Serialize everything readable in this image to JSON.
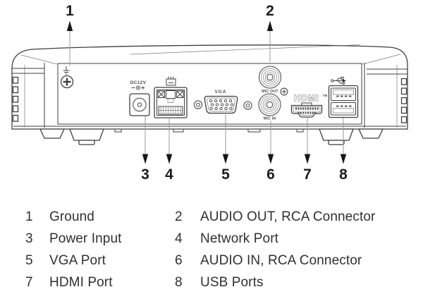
{
  "figure": {
    "description_colors": {
      "ink": "#3f3f3f",
      "leader_line": "#9a9a9a",
      "text": "#303030"
    }
  },
  "callouts": {
    "c1": "1",
    "c2": "2",
    "c3": "3",
    "c4": "4",
    "c5": "5",
    "c6": "6",
    "c7": "7",
    "c8": "8"
  },
  "panel_labels": {
    "power": "DC12V",
    "vga": "VGA",
    "audio_out": "MIC OUT",
    "audio_in": "MIC IN",
    "hdmi": "HDMI",
    "hdmi_tm": "TM"
  },
  "legend": {
    "items": [
      {
        "num": "1",
        "label": "Ground"
      },
      {
        "num": "2",
        "label": "AUDIO OUT, RCA Connector"
      },
      {
        "num": "3",
        "label": "Power Input"
      },
      {
        "num": "4",
        "label": "Network Port"
      },
      {
        "num": "5",
        "label": "VGA Port"
      },
      {
        "num": "6",
        "label": "AUDIO IN, RCA Connector"
      },
      {
        "num": "7",
        "label": "HDMI Port"
      },
      {
        "num": "8",
        "label": "USB Ports"
      }
    ]
  }
}
